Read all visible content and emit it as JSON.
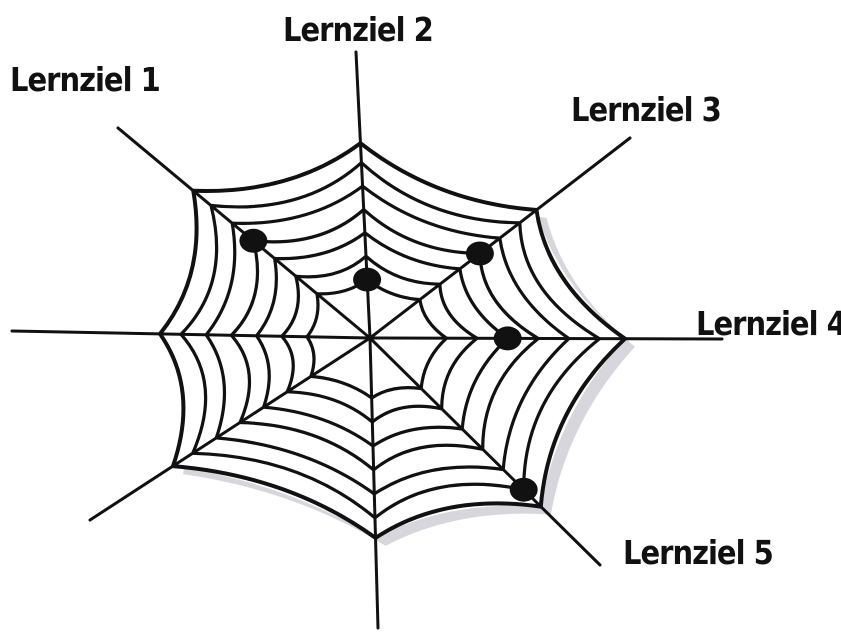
{
  "diagram": {
    "type": "spider-web-rating",
    "colors": {
      "ink": "#111111",
      "shadow": "#d6d6dc",
      "background": "#ffffff"
    },
    "goals": [
      {
        "label": "Lernziel 1",
        "marker_level": 4
      },
      {
        "label": "Lernziel 2",
        "marker_level": 1
      },
      {
        "label": "Lernziel 3",
        "marker_level": 4
      },
      {
        "label": "Lernziel 4",
        "marker_level": 3
      },
      {
        "label": "Lernziel 5",
        "marker_level": 6
      }
    ]
  }
}
